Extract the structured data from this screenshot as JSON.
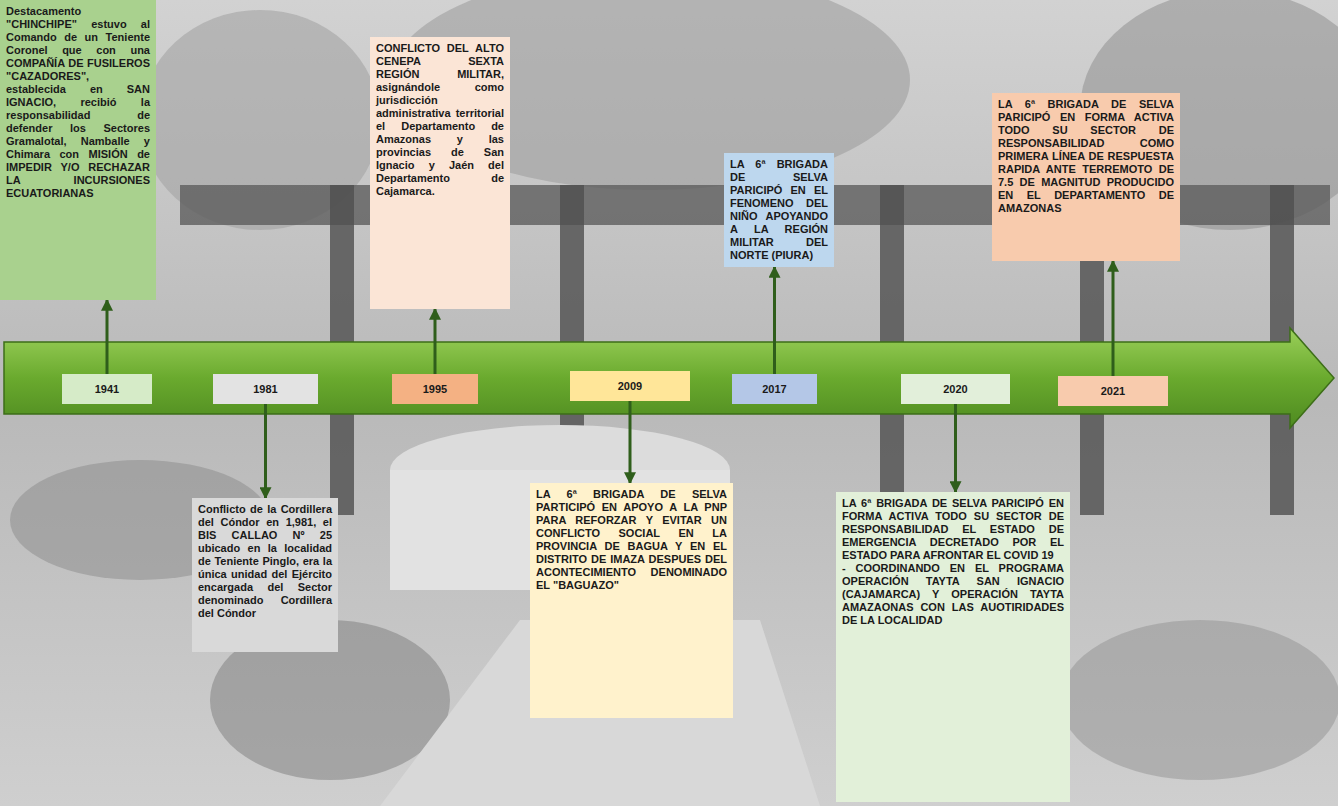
{
  "diagram": {
    "nodes": [
      {
        "text": [
          "Destacamento \"CHINCHIPE\" estuvo al Comando de un Teniente Coronel que con una COMPAÑÍA DE FUSILEROS \"CAZADORES\", establecida en SAN IGNACIO, recibió la responsabilidad de defender los Sectores Gramalotal, Namballe y Chimara con MISIÓN de IMPEDIR Y/O RECHAZAR LA INCURSIONES ECUATORIANAS"
        ]
      },
      {
        "text": [
          "CONFLICTO DEL ALTO CENEPA SEXTA REGIÓN MILITAR, asignándole como jurisdicción administrativa territorial el Departamento de Amazonas y las provincias de San Ignacio y Jaén del Departamento de Cajamarca."
        ]
      },
      {
        "text": [
          "LA 6ª BRIGADA DE SELVA PARICIPÓ EN EL FENOMENO DEL NIÑO APOYANDO A LA REGIÓN MILITAR DEL NORTE (PIURA)"
        ]
      },
      {
        "text": [
          "LA 6ª BRIGADA DE SELVA PARICIPÓ EN FORMA ACTIVA TODO SU SECTOR DE RESPONSABILIDAD COMO PRIMERA LÍNEA DE RESPUESTA RAPIDA ANTE TERREMOTO DE 7.5 DE MAGNITUD PRODUCIDO EN EL DEPARTAMENTO DE AMAZONAS"
        ]
      },
      {
        "text": [
          "1941"
        ]
      },
      {
        "text": [
          "1981"
        ]
      },
      {
        "text": [
          "1995"
        ]
      },
      {
        "text": [
          "2009"
        ]
      },
      {
        "text": [
          "2017"
        ]
      },
      {
        "text": [
          "2020"
        ]
      },
      {
        "text": [
          "2021"
        ]
      },
      {
        "text": [
          "Conflicto de la Cordillera del Cóndor en 1,981, el BIS CALLAO Nº 25 ubicado en la localidad de Teniente Pinglo, era la única unidad del Ejército encargada del Sector denominado Cordillera del Cóndor"
        ]
      },
      {
        "text": [
          "LA 6ª BRIGADA DE SELVA PARTICIPÓ EN APOYO A LA PNP PARA REFORZAR Y EVITAR UN CONFLICTO SOCIAL EN LA PROVINCIA DE BAGUA Y EN EL DISTRITO DE IMAZA DESPUES DEL ACONTECIMIENTO DENOMINADO EL \"BAGUAZO\""
        ]
      },
      {
        "text": [
          "LA 6ª BRIGADA DE SELVA PARICIPÓ EN FORMA ACTIVA TODO SU SECTOR DE RESPONSABILIDAD EL ESTADO DE EMERGENCIA DECRETADO POR EL ESTADO PARA AFRONTAR EL COVID 19",
          "- COORDINANDO EN EL PROGRAMA OPERACIÓN TAYTA SAN IGNACIO (CAJAMARCA) Y OPERACIÓN TAYTA AMAZAONAS CON LAS AUOTIRIDADES DE LA LOCALIDAD"
        ]
      }
    ],
    "edges": [
      {
        "from": 4,
        "to": 0,
        "arrow": "to"
      },
      {
        "from": 5,
        "to": 11,
        "arrow": "to"
      },
      {
        "from": 6,
        "to": 1,
        "arrow": "to"
      },
      {
        "from": 7,
        "to": 12,
        "arrow": "to"
      },
      {
        "from": 8,
        "to": 2,
        "arrow": "to"
      },
      {
        "from": 9,
        "to": 13,
        "arrow": "to"
      },
      {
        "from": 10,
        "to": 3,
        "arrow": "to"
      }
    ]
  }
}
